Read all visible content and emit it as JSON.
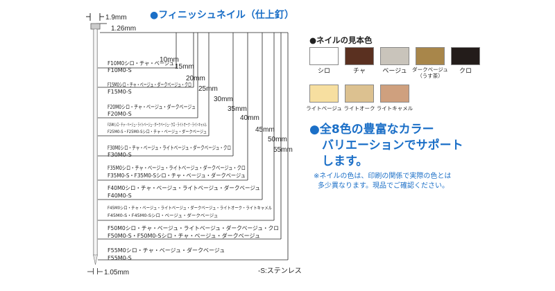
{
  "header": {
    "title": "●フィニッシュネイル（仕上釘）",
    "dim_head_width": "1.9mm",
    "dim_head_height": "1.26mm",
    "dim_shank": "1.05mm"
  },
  "nails": [
    {
      "length": "10mm",
      "line1": "F10M0シロ・チャ・ベージュ",
      "line2": "F10M0-S"
    },
    {
      "length": "15mm",
      "line1": "F15M0シロ・チャ・ベージュ・ダークベージュ・クロ",
      "line2": "F15M0-S"
    },
    {
      "length": "20mm",
      "line1": "F20M0シロ・チャ・ベージュ・ダークベージュ",
      "line2": "F20M0-S"
    },
    {
      "length": "25mm",
      "line1": "F25M0シロ・チャ・ベージュ・ライトベージュ・ダークベージュ・クロ・ライトオーク・ライトキャメル",
      "line2": "F25M0-S・F25M0-Sシロ・チャ・ベージュ・ダークベージュ"
    },
    {
      "length": "30mm",
      "line1": "F30M0シロ・チャ・ベージュ・ライトベージュ・ダークベージュ・クロ",
      "line2": "F30M0-S"
    },
    {
      "length": "35mm",
      "line1": "F35M0シロ・チャ・ベージュ・ライトベージュ・ダークベージュ・クロ",
      "line2": "F35M0-S・F35M0-Sシロ・チャ・ベージュ・ダークベージュ"
    },
    {
      "length": "40mm",
      "line1": "F40M0シロ・チャ・ベージュ・ライトベージュ・ダークベージュ",
      "line2": "F40M0-S"
    },
    {
      "length": "45mm",
      "line1": "F45M0シロ・チャ・ベージュ・ライトベージュ・ダークベージュ・ライトオーク・ライトキャメル",
      "line2": "F45M0-S・F45M0-Sシロ・ベージュ・ダークベージュ"
    },
    {
      "length": "50mm",
      "line1": "F50M0シロ・チャ・ベージュ・ライトベージュ・ダークベージュ・クロ",
      "line2": "F50M0-S・F50M0-Sシロ・チャ・ベージュ・ダークベージュ"
    },
    {
      "length": "55mm",
      "line1": "F55M0シロ・チャ・ベージュ・ダークベージュ",
      "line2": "F55M0-S"
    }
  ],
  "stainless_note": "-S:ステンレス",
  "colors": {
    "title": "●ネイルの見本色",
    "swatches": [
      {
        "name": "シロ",
        "hex": "#ffffff"
      },
      {
        "name": "チャ",
        "hex": "#5a3020"
      },
      {
        "name": "ベージュ",
        "hex": "#c9c4bb"
      },
      {
        "name": "ダークベージュ",
        "sub": "（うす茶）",
        "hex": "#a8864a"
      },
      {
        "name": "クロ",
        "hex": "#231c1a"
      },
      {
        "name": "ライトベージュ",
        "hex": "#f7dfa0"
      },
      {
        "name": "ライトオーク",
        "hex": "#dcc190"
      },
      {
        "name": "ライトキャメル",
        "hex": "#cfa07e"
      }
    ]
  },
  "feature": {
    "line1": "●全8色の豊富なカラー",
    "line2": "バリエーションでサポート",
    "line3": "します。"
  },
  "note": {
    "line1": "※ネイルの色は、印刷の関係で実際の色とは",
    "line2": "多少異なります。現品でご確認ください。"
  }
}
